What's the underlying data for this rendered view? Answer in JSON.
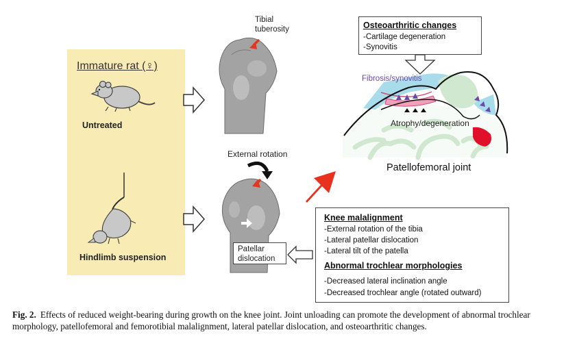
{
  "left_panel": {
    "title": "Immature rat (♀)",
    "untreated_label": "Untreated",
    "hindlimb_label": "Hindlimb suspension"
  },
  "bone_labels": {
    "tibial_tuberosity": "Tibial\ntuberosity",
    "external_rotation": "External rotation",
    "patellar_dislocation": "Patellar\ndislocation"
  },
  "oa_box": {
    "heading": "Osteoarthritic changes",
    "items": [
      "-Cartilage degeneration",
      "-Synovitis"
    ]
  },
  "joint_labels": {
    "fibrosis": "Fibrosis/synovitis",
    "atrophy": "Atrophy/degeneration",
    "joint_name": "Patellofemoral joint"
  },
  "malignment_box": {
    "heading1": "Knee malalignment",
    "items1": [
      "-External rotation of the tibia",
      "-Lateral patellar dislocation",
      "-Lateral tilt of the patella"
    ],
    "heading2": "Abnormal trochlear morphologies",
    "items2": [
      "-Decreased lateral inclination angle",
      "-Decreased trochlear angle (rotated outward)"
    ]
  },
  "caption": {
    "label": "Fig. 2.",
    "text": "Effects of reduced weight-bearing during growth on the knee joint. Joint unloading can promote the development of abnormal trochlear morphology, patellofemoral and femorotibial malalignment, lateral patellar dislocation, and osteoarthritic changes."
  },
  "colors": {
    "panel_bg": "#f8ecb4",
    "arrow_red": "#e8321e",
    "cartilage_pink": "#f0a0b8",
    "synovium_blue": "#a8dcea",
    "bone_green": "#cfe8cf",
    "lesion_red": "#e0102a",
    "marker_purple": "#6a4aa8"
  },
  "icons": [
    "rat-icon",
    "suspended-rat-icon",
    "outline-arrow-icon",
    "red-arrow-icon",
    "rotation-arrow-icon",
    "bone-render"
  ]
}
